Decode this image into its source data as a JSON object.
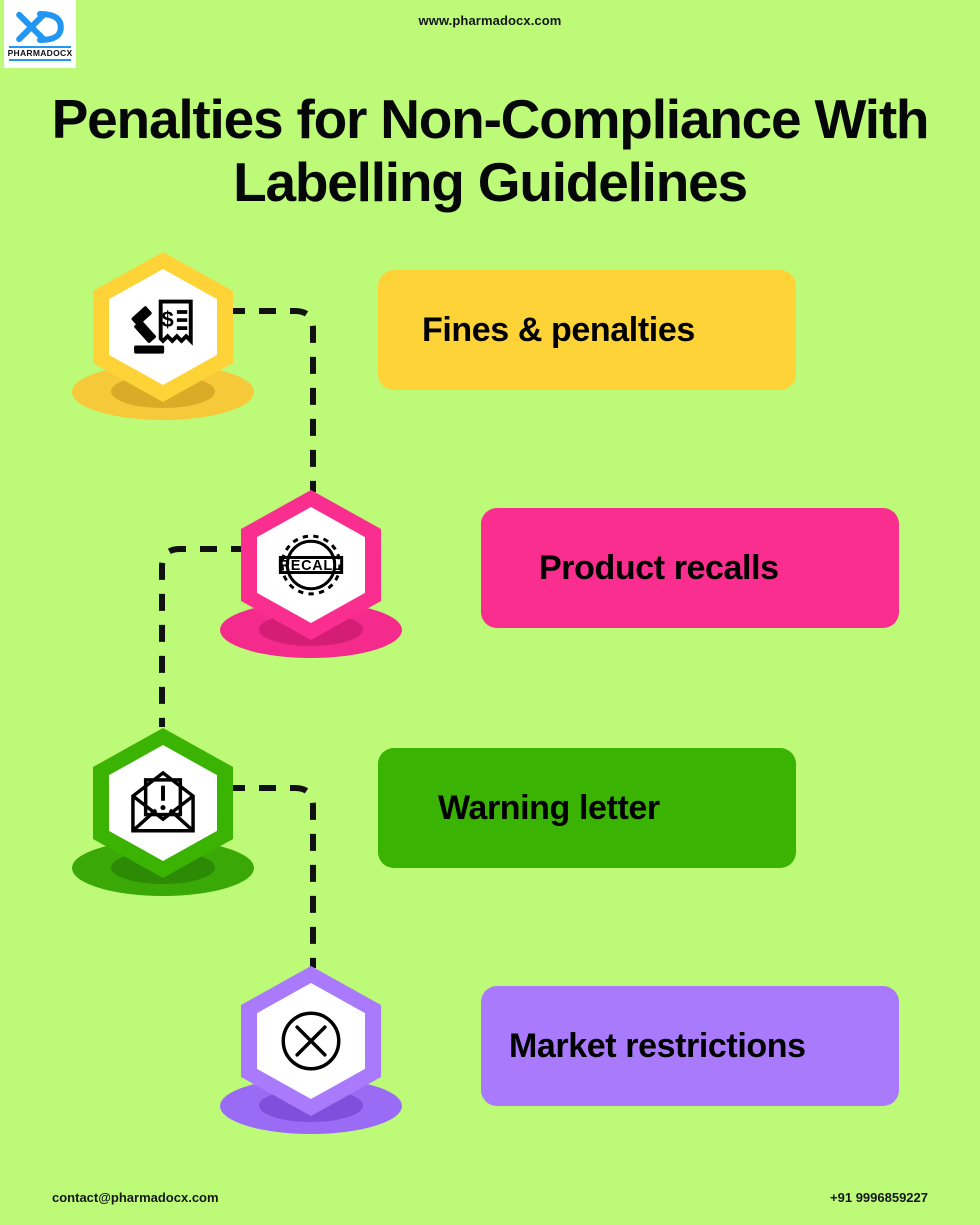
{
  "theme": {
    "background": "#bcfa77",
    "text_dark": "#060709"
  },
  "header": {
    "logo": {
      "wordmark": "PHARMADOCX",
      "icon": "xd-monogram-logo"
    },
    "site_url": "www.pharmadocx.com"
  },
  "title": "Penalties for Non-Compliance With Labelling Guidelines",
  "items": [
    {
      "label": "Fines & penalties",
      "icon": "gavel-invoice-icon",
      "color": "#fdd338",
      "shadow_outer": "#f5c93a",
      "shadow_inner": "#d9ab26"
    },
    {
      "label": "Product recalls",
      "icon": "recall-stamp-icon",
      "color": "#f92e8f",
      "shadow_outer": "#f42b8c",
      "shadow_inner": "#d41d74"
    },
    {
      "label": "Warning letter",
      "icon": "warning-envelope-icon",
      "color": "#3bb302",
      "shadow_outer": "#3aa806",
      "shadow_inner": "#2d8a04"
    },
    {
      "label": "Market restrictions",
      "icon": "circle-x-icon",
      "color": "#a97afc",
      "shadow_outer": "#9a6cf6",
      "shadow_inner": "#8050dd"
    }
  ],
  "footer": {
    "email": "contact@pharmadocx.com",
    "phone": "+91 9996859227"
  }
}
